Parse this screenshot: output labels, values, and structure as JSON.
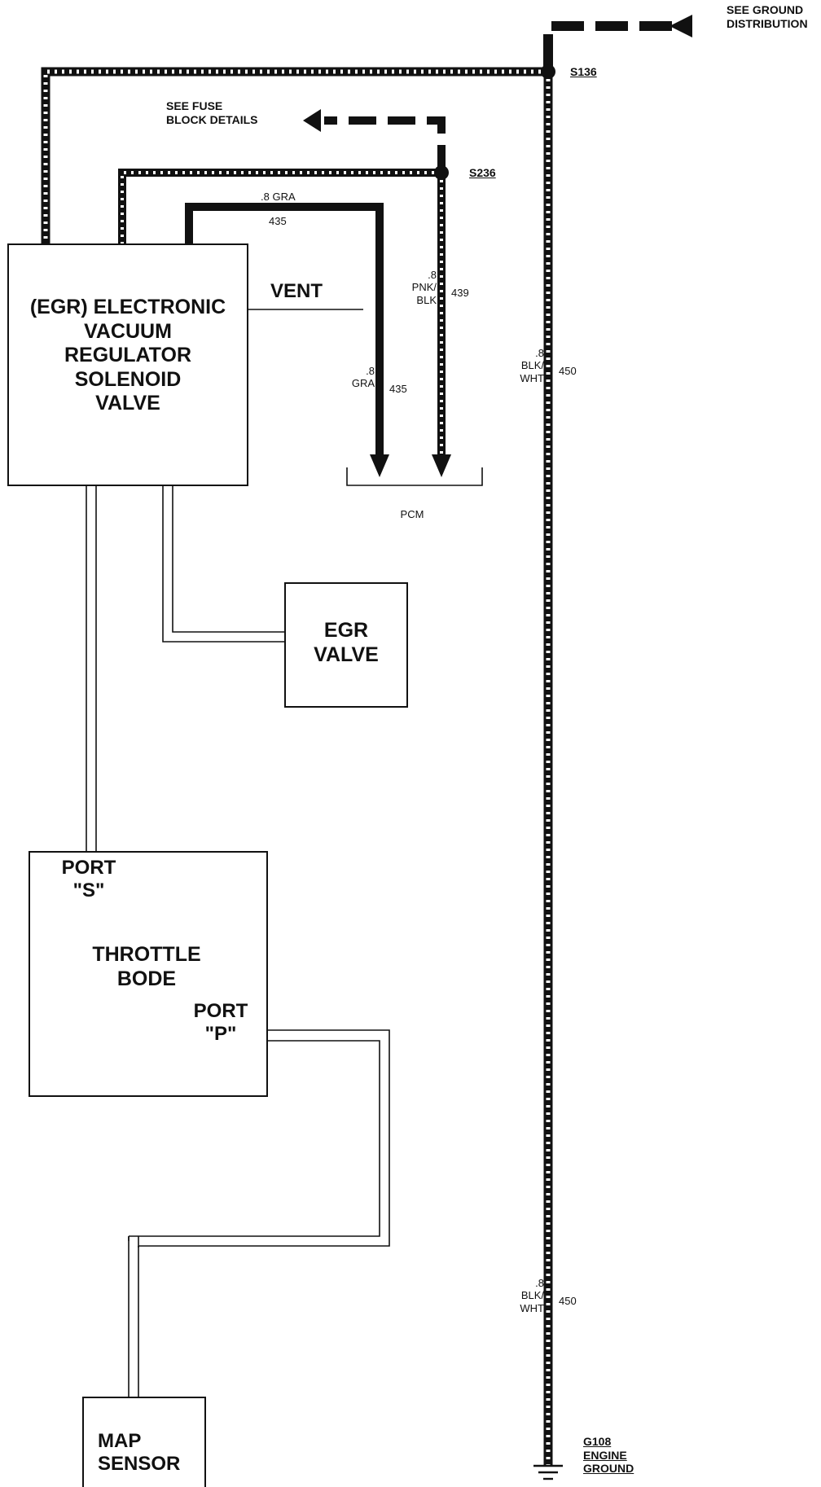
{
  "wiring": {
    "colors": {
      "ink": "#111111",
      "stripe": "#ffffff",
      "paper": "#ffffff"
    },
    "refs": {
      "see_ground_distribution": "SEE GROUND\nDISTRIBUTION",
      "see_fuse_block": "SEE FUSE\nBLOCK DETAILS"
    },
    "splices": {
      "s136": "S136",
      "s236": "S236"
    },
    "components": {
      "solenoid": "(EGR) ELECTRONIC\nVACUUM\nREGULATOR\nSOLENOID\nVALVE",
      "egr_valve": "EGR\nVALVE",
      "throttle_body": "THROTTLE\nBODE",
      "port_s": "PORT\n\"S\"",
      "port_p": "PORT\n\"P\"",
      "map_sensor": "MAP\nSENSOR",
      "pcm": "PCM",
      "vent": "VENT"
    },
    "wires": {
      "gra_top_size_color": ".8 GRA",
      "gra_top_circuit": "435",
      "gra_size_color": ".8\nGRA",
      "gra_circuit": "435",
      "pnk_size_color": ".8\nPNK/\nBLK",
      "pnk_circuit": "439",
      "blk_upper_size_color": ".8\nBLK/\nWHT",
      "blk_upper_circuit": "450",
      "blk_lower_size_color": ".8\nBLK/\nWHT",
      "blk_lower_circuit": "450"
    },
    "ground": {
      "label": "G108\nENGINE\nGROUND"
    }
  }
}
